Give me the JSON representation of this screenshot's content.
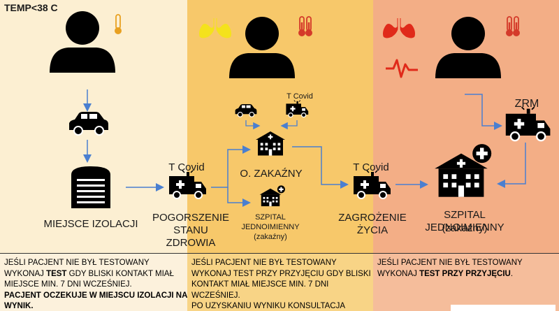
{
  "columns": {
    "col1": {
      "temp_label": "TEMP<38 C",
      "place_label": "MIEJSCE IZOLACJI",
      "transport_label": "T Covid",
      "worsening_label_1": "POGORSZENIE",
      "worsening_label_2": "STANU ZDROWIA"
    },
    "col2": {
      "transport_label_top": "T Covid",
      "infectious_label": "O. ZAKAŹNY",
      "hospital_small_1": "SZPITAL",
      "hospital_small_2": "JEDNOIMIENNY",
      "hospital_small_3": "(zakaźny)",
      "transport_label": "T Covid",
      "threat_label_1": "ZAGROŻENIE",
      "threat_label_2": "ŻYCIA"
    },
    "col3": {
      "zrm_label": "ZRM",
      "hospital_label_1": "SZPITAL JEDNOIMIENNY",
      "hospital_label_2": "(zakaźny)"
    }
  },
  "notes": {
    "col1": {
      "line1_pre": "JEŚLI PACJENT NIE BYŁ TESTOWANY WYKONAJ ",
      "line1_bold": "TEST",
      "line1_post": " GDY BLISKI KONTAKT MIAŁ MIEJSCE MIN. 7 DNI WCZEŚNIEJ.",
      "line2_bold": "PACJENT OCZEKUJE W MIEJSCU IZOLACJI NA WYNIK."
    },
    "col2": {
      "line1": "JEŚLI PACJENT NIE BYŁ TESTOWANY WYKONAJ TEST PRZY PRZYJĘCIU GDY BLISKI KONTAKT MIAŁ MIEJSCE MIN. 7 DNI WCZEŚNIEJ.",
      "line2": "PO UZYSKANIU WYNIKU KONSULTACJA LEKARSKA:"
    },
    "col3": {
      "line1_pre": "JEŚLI PACJENT NIE BYŁ TESTOWANY WYKONAJ ",
      "line1_bold": "TEST PRZY PRZYJĘCIU",
      "line1_post": "."
    }
  },
  "colors": {
    "col1_bg": "#fcefd2",
    "col2_bg": "#f7c86a",
    "col3_bg": "#f3ae86",
    "arrow": "#4a7fd0",
    "thermometer": "#d43a2a",
    "lungs_yellow": "#f4e21c",
    "lungs_red": "#e02a1a"
  },
  "icons": [
    "person-icon",
    "thermometer-icon",
    "lungs-icon",
    "heartbeat-icon",
    "car-icon",
    "garage-icon",
    "ambulance-icon",
    "hospital-icon"
  ]
}
